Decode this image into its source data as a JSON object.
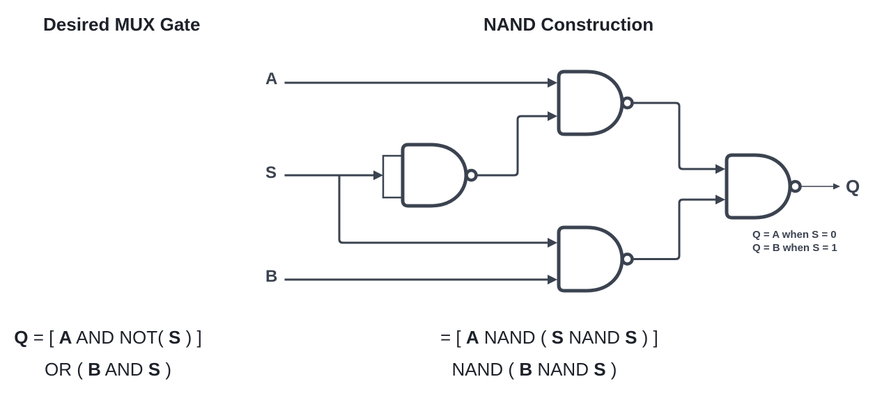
{
  "colors": {
    "line": "#3b4350",
    "heading": "#1d2129"
  },
  "headings": {
    "left": "Desired MUX Gate",
    "right": "NAND Construction"
  },
  "signals": {
    "a": "A",
    "s": "S",
    "b": "B",
    "q": "Q"
  },
  "annotation": {
    "line1": "Q = A when S = 0",
    "line2": "Q = B when S = 1"
  },
  "formulas": {
    "mux": {
      "line1": [
        {
          "t": "Q",
          "b": true
        },
        {
          "t": " = [ ",
          "b": false
        },
        {
          "t": "A",
          "b": true
        },
        {
          "t": " AND NOT( ",
          "b": false
        },
        {
          "t": "S",
          "b": true
        },
        {
          "t": " ) ]",
          "b": false
        }
      ],
      "line2": [
        {
          "t": "OR ( ",
          "b": false
        },
        {
          "t": "B",
          "b": true
        },
        {
          "t": " AND ",
          "b": false
        },
        {
          "t": "S",
          "b": true
        },
        {
          "t": " )",
          "b": false
        }
      ]
    },
    "nand": {
      "line1": [
        {
          "t": "= [ ",
          "b": false
        },
        {
          "t": "A",
          "b": true
        },
        {
          "t": " NAND ( ",
          "b": false
        },
        {
          "t": "S",
          "b": true
        },
        {
          "t": " NAND ",
          "b": false
        },
        {
          "t": "S",
          "b": true
        },
        {
          "t": " ) ]",
          "b": false
        }
      ],
      "line2": [
        {
          "t": "NAND ( ",
          "b": false
        },
        {
          "t": "B",
          "b": true
        },
        {
          "t": " NAND ",
          "b": false
        },
        {
          "t": "S",
          "b": true
        },
        {
          "t": " )",
          "b": false
        }
      ]
    }
  }
}
